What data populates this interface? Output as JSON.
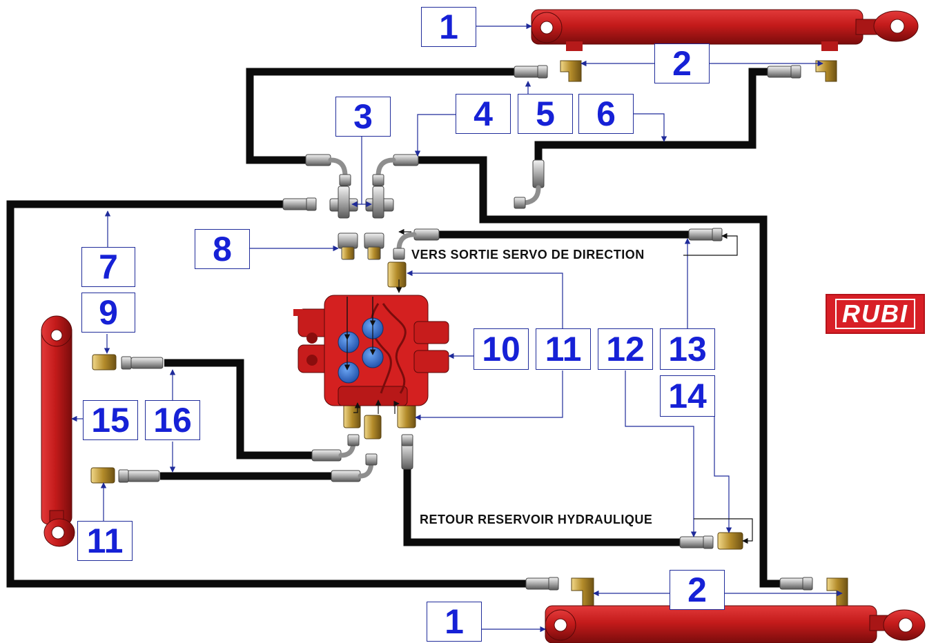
{
  "labels": {
    "steering_output": "VERS SORTIE SERVO DE DIRECTION",
    "tank_return": "RETOUR RESERVOIR HYDRAULIQUE"
  },
  "logo": {
    "text": "RUBI",
    "color": "#d81f26"
  },
  "callouts": {
    "top_1": "1",
    "top_2": "2",
    "c3": "3",
    "c4": "4",
    "c5": "5",
    "c6": "6",
    "c7": "7",
    "c8": "8",
    "c9": "9",
    "c10": "10",
    "c11a": "11",
    "c12": "12",
    "c13": "13",
    "c14": "14",
    "c15": "15",
    "c16": "16",
    "c11b": "11",
    "bottom_2": "2",
    "bottom_1": "1"
  },
  "colors": {
    "cylinder_red": "#c81e1e",
    "valve_red": "#d42020",
    "valve_blue": "#3a78d8",
    "hose_black": "#0b0b0b",
    "callout_blue": "#1621d6",
    "leader_blue": "#1f2b9a",
    "fitting_brass": "#c9a53a",
    "fitting_steel": "#b8b8b8"
  }
}
